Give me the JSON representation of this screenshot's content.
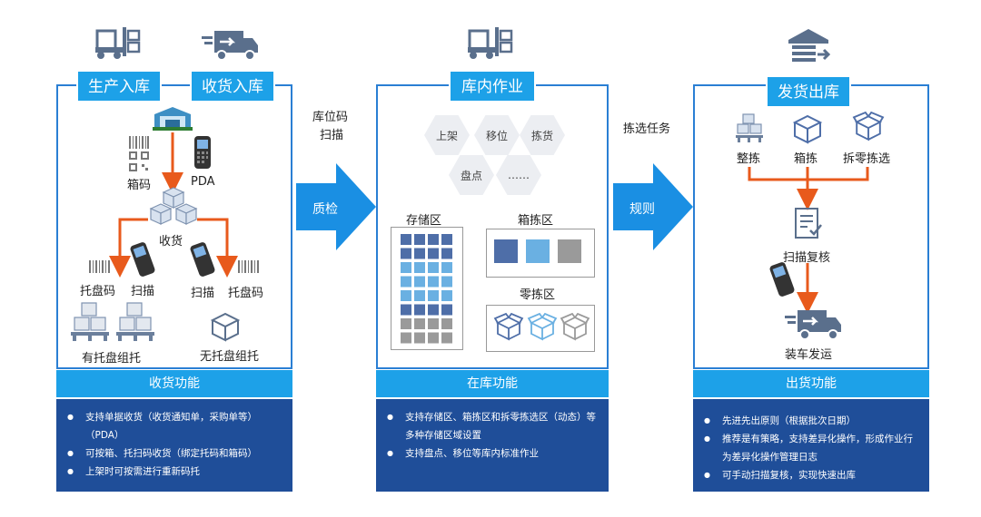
{
  "sections": {
    "inbound": {
      "titles": [
        "生产入库",
        "收货入库"
      ],
      "labels": {
        "box_code": "箱码",
        "pda": "PDA",
        "receive": "收货",
        "pallet_code_left": "托盘码",
        "scan_left": "扫描",
        "scan_right": "扫描",
        "pallet_code_right": "托盘码",
        "with_pallet": "有托盘组托",
        "without_pallet": "无托盘组托"
      },
      "func_title": "收货功能",
      "func_items": [
        "支持单据收货（收货通知单，采购单等）（PDA）",
        "可按箱、托扫码收货（绑定托码和箱码）",
        "上架时可按需进行重新码托"
      ]
    },
    "storage": {
      "title": "库内作业",
      "hexes": [
        "上架",
        "移位",
        "拣货",
        "盘点",
        "……"
      ],
      "labels": {
        "storage_zone": "存储区",
        "case_pick_zone": "箱拣区",
        "piece_pick_zone": "零拣区"
      },
      "func_title": "在库功能",
      "func_items": [
        "支持存储区、箱拣区和拆零拣选区（动态）等多种存储区域设置",
        "支持盘点、移位等库内标准作业"
      ]
    },
    "outbound": {
      "title": "发货出库",
      "labels": {
        "full_pick": "整拣",
        "case_pick": "箱拣",
        "split_pick": "拆零拣选",
        "scan_recheck": "扫描复核",
        "load_ship": "装车发运"
      },
      "func_title": "出货功能",
      "func_items": [
        "先进先出原则（根据批次日期）",
        "推荐是有策略，支持差异化操作，形成作业行为差异化操作管理日志",
        "可手动扫描复核，实现快速出库"
      ]
    }
  },
  "connectors": {
    "first_above": [
      "库位码",
      "扫描"
    ],
    "first_inside": "质检",
    "second_above": "拣选任务",
    "second_inside": "规则"
  },
  "colors": {
    "accent": "#1da1e8",
    "dark_blue": "#1f4e99",
    "border": "#2a7fd4",
    "arrow_orange": "#e85a1c",
    "icon_gray": "#5a6f8c"
  }
}
